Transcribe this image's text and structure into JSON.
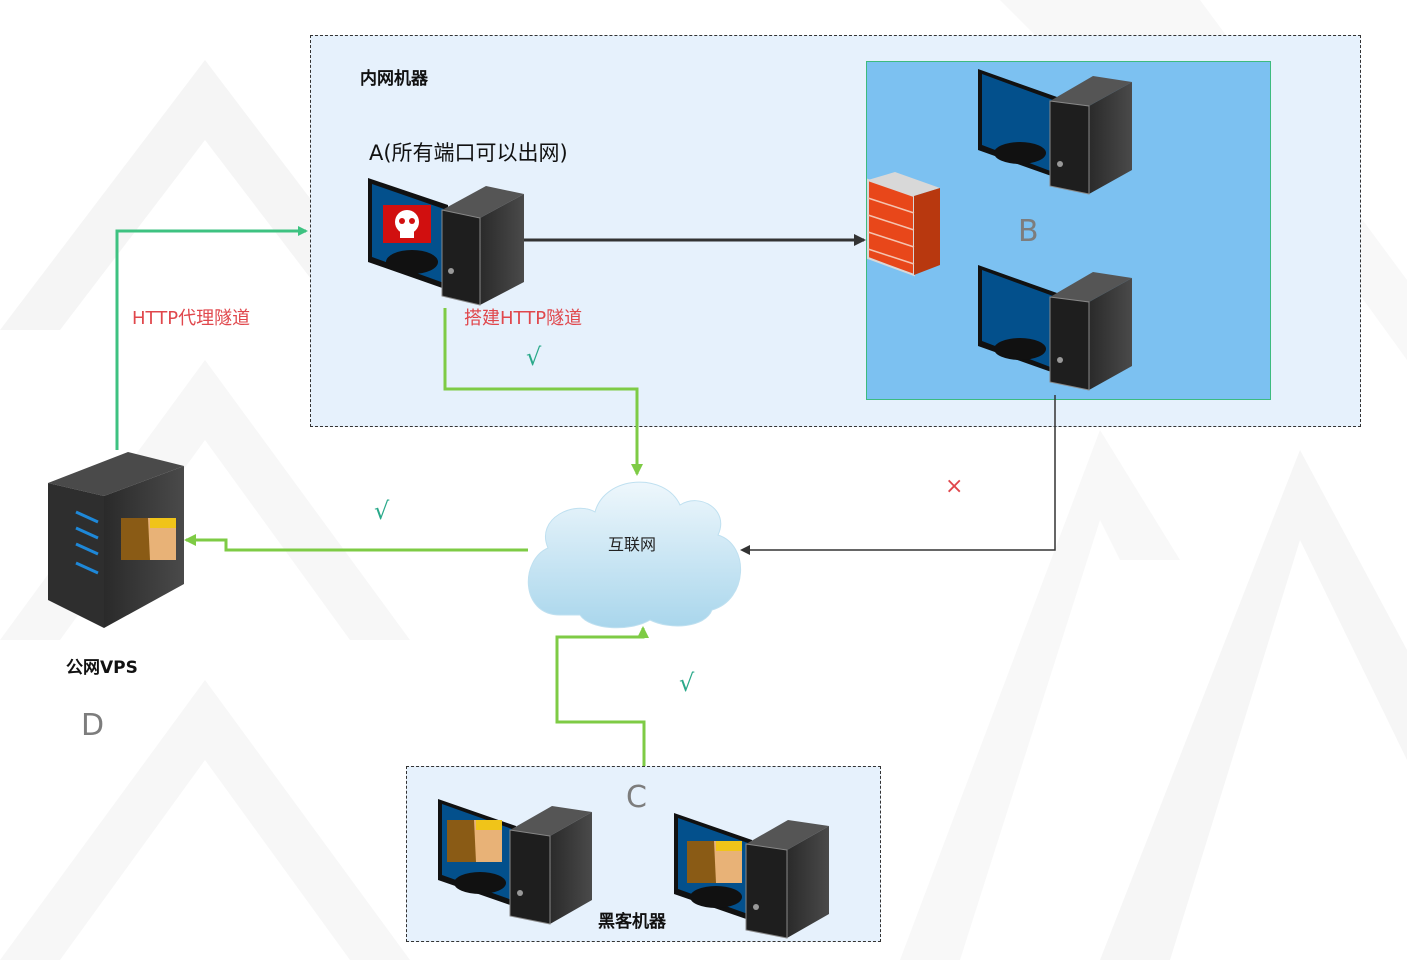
{
  "zones": {
    "intranet": {
      "title": "内网机器"
    },
    "hacker": {
      "title": "黑客机器"
    }
  },
  "nodes": {
    "a": {
      "label": "A(所有端口可以出网)",
      "icon": "compromised-computer-icon"
    },
    "b": {
      "label": "B",
      "icon": "computer-icon"
    },
    "c": {
      "label": "C",
      "icon": "computer-icon"
    },
    "d": {
      "label": "D",
      "title": "公网VPS",
      "icon": "server-icon"
    },
    "internet": {
      "label": "互联网",
      "icon": "cloud-icon"
    },
    "firewall": {
      "icon": "firewall-icon"
    }
  },
  "edges": {
    "vps_to_intranet": {
      "label": "HTTP代理隧道",
      "color": "#3ec281"
    },
    "a_to_internet": {
      "label": "搭建HTTP隧道",
      "status": "√",
      "color": "#7ecb45"
    },
    "internet_to_vps": {
      "status": "√",
      "color": "#7ecb45"
    },
    "hacker_to_internet": {
      "status": "√",
      "color": "#7ecb45"
    },
    "b_to_internet": {
      "status": "×",
      "color": "#333333"
    },
    "a_to_b": {
      "color": "#333333"
    }
  },
  "colors": {
    "intranet_bg": "#e6f1fc",
    "zone_b_bg": "#7cc1f1",
    "label_red": "#e0474c",
    "check_teal": "#2aa98a"
  }
}
